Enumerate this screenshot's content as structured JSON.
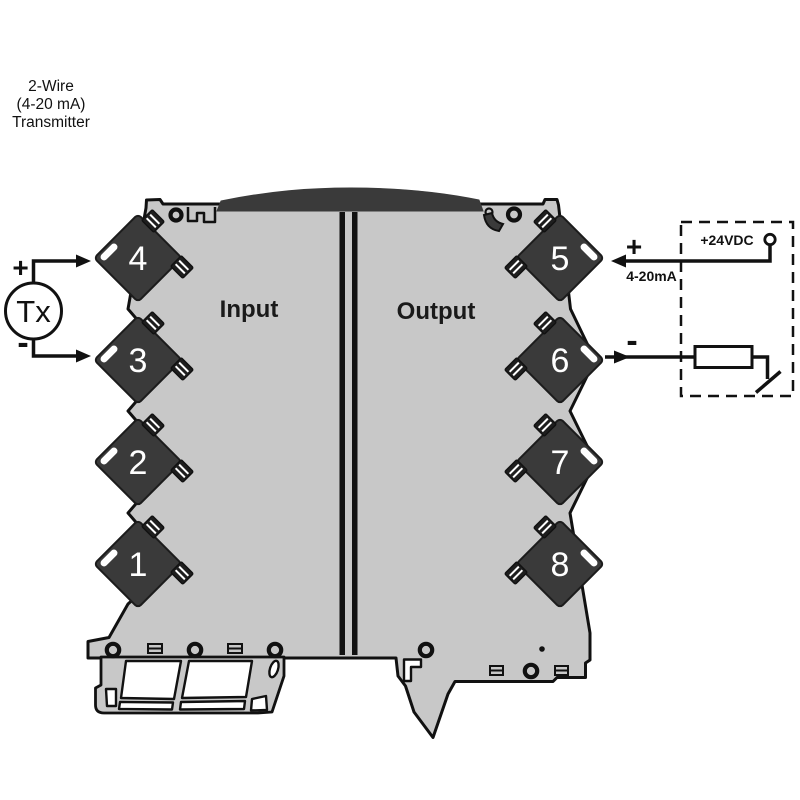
{
  "diagram_type": "signal-isolator-wiring-diagram",
  "title_block": {
    "line1": "2-Wire",
    "line2": "(4-20 mA)",
    "line3": "Transmitter"
  },
  "source": {
    "label": "Tx",
    "plus": "+",
    "minus": "-"
  },
  "device": {
    "input_label": "Input",
    "output_label": "Output",
    "left_terminals": [
      "4",
      "3",
      "2",
      "1"
    ],
    "right_terminals": [
      "5",
      "6",
      "7",
      "8"
    ]
  },
  "output_circuit": {
    "plus": "+",
    "signal_label": "4-20mA",
    "supply_label": "+24VDC",
    "minus": "-"
  },
  "colors": {
    "background": "#ffffff",
    "device_body": "#c8c8c8",
    "terminal_dark": "#3a3a3a",
    "outline": "#111111",
    "terminal_number": "#ffffff"
  }
}
